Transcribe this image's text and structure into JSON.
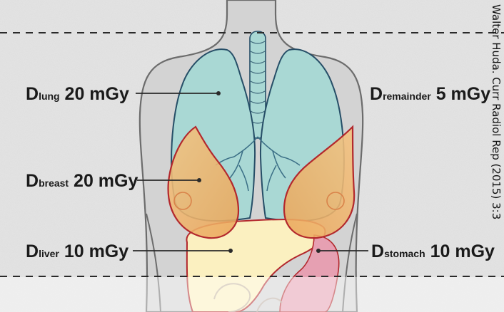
{
  "labels": {
    "lung": {
      "prefix": "D",
      "subscript": "lung",
      "dose": " 20 mGy"
    },
    "breast": {
      "prefix": "D",
      "subscript": "breast",
      "dose": " 20 mGy"
    },
    "liver": {
      "prefix": "D",
      "subscript": "liver",
      "dose": " 10 mGy"
    },
    "remainder": {
      "prefix": "D",
      "subscript": "remainder",
      "dose": " 5 mGy"
    },
    "stomach": {
      "prefix": "D",
      "subscript": "stomach",
      "dose": " 10 mGy"
    }
  },
  "credit": "Walter Huda. Curr Radiol Rep (2015) 3:3",
  "colors": {
    "background": "#e4e4e4",
    "body_fill": "#d3d3d3",
    "body_outline": "#6c6c6c",
    "lung_fill": "#a9d8d4",
    "lung_outline": "#264e67",
    "breast_fill": "#f0b66a",
    "breast_outline": "#b3282d",
    "liver_fill": "#fbf0c0",
    "liver_outline": "#b3282d",
    "stomach_fill": "#e6a0b2"
  }
}
